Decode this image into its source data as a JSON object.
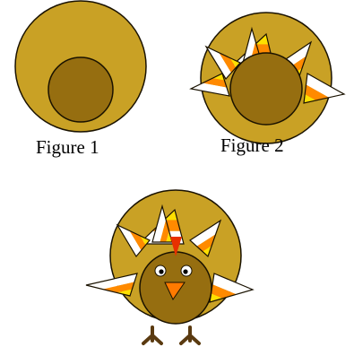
{
  "figures": [
    {
      "id": "figure-1",
      "caption": "Figure 1"
    },
    {
      "id": "figure-2",
      "caption": "Figure 2"
    },
    {
      "id": "figure-3",
      "caption": ""
    }
  ],
  "colors": {
    "outer_circle": "#C9A125",
    "inner_circle": "#966E10",
    "outline": "#1a1200",
    "candy_white": "#FFFFFF",
    "candy_orange": "#FF8A00",
    "candy_yellow": "#FFE000",
    "beak": "#FF7A00",
    "wattle": "#E83000",
    "feet": "#5A3A10"
  },
  "icons": [
    "candy-corn-feather",
    "turkey-eye",
    "turkey-beak",
    "turkey-foot"
  ]
}
